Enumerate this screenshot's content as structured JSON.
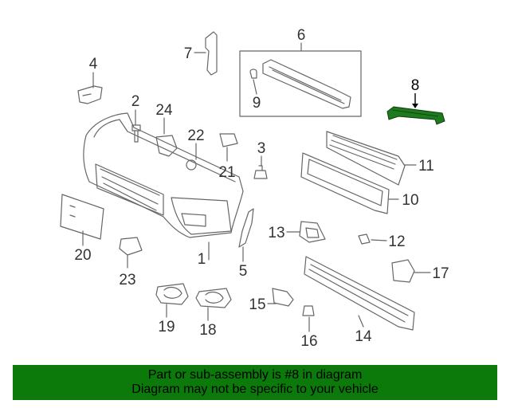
{
  "diagram": {
    "highlight_color": "#1e7a1e",
    "line_color": "#666666",
    "callouts": [
      "1",
      "2",
      "3",
      "4",
      "5",
      "6",
      "7",
      "8",
      "9",
      "10",
      "11",
      "12",
      "13",
      "14",
      "15",
      "16",
      "17",
      "18",
      "19",
      "20",
      "21",
      "22",
      "23",
      "24"
    ]
  },
  "banner": {
    "line1": "Part or sub-assembly is #8 in diagram",
    "line2": "Diagram may not be specific to your vehicle",
    "background": "#0b7a0b"
  }
}
